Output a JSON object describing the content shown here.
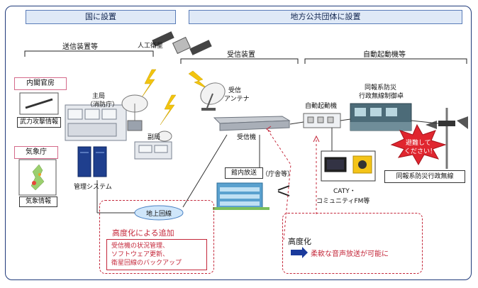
{
  "headers": {
    "national": "国に設置",
    "local": "地方公共団体に設置"
  },
  "sections": {
    "transmit": "送信装置等",
    "receive": "受信装置",
    "autostart": "自動起動機等"
  },
  "satellite": "人工衛星",
  "cabinet_office": {
    "title": "内閣官房",
    "caption": "武力攻撃情報"
  },
  "jma": {
    "title": "気象庁",
    "caption": "気象情報"
  },
  "main_station": {
    "line1": "主局",
    "line2": "（消防庁）"
  },
  "sub_station": "副局",
  "management_system": "管理システム",
  "receive_antenna": {
    "line1": "受信",
    "line2": "アンテナ"
  },
  "receiver": "受信機",
  "in_building": {
    "label": "館内放送",
    "suffix": "（庁舎等）"
  },
  "auto_starter": "自動起動機",
  "bousai_console": {
    "line1": "同報系防災",
    "line2": "行政無線制御卓"
  },
  "evacuate": {
    "line1": "避難して",
    "line2": "ください！"
  },
  "bousai_wireless": "同報系防災行政無線",
  "caty": {
    "line1": "CATY・",
    "line2": "コミュニティFM等"
  },
  "ground_line": "地上回線",
  "upgrade_add": {
    "title": "高度化による追加",
    "items": [
      "受信機の状況管理、",
      "ソフトウェア更新、",
      "衛星回線のバックアップ"
    ]
  },
  "upgrade_flex": {
    "title": "高度化",
    "item": "柔軟な音声放送が可能に"
  },
  "colors": {
    "frame": "#1f3a7a",
    "header_fill": "#dfe9f7",
    "accent_red": "#c4273a",
    "arrow_blue": "#1a3a9c",
    "lightning": "#f2c40f"
  }
}
